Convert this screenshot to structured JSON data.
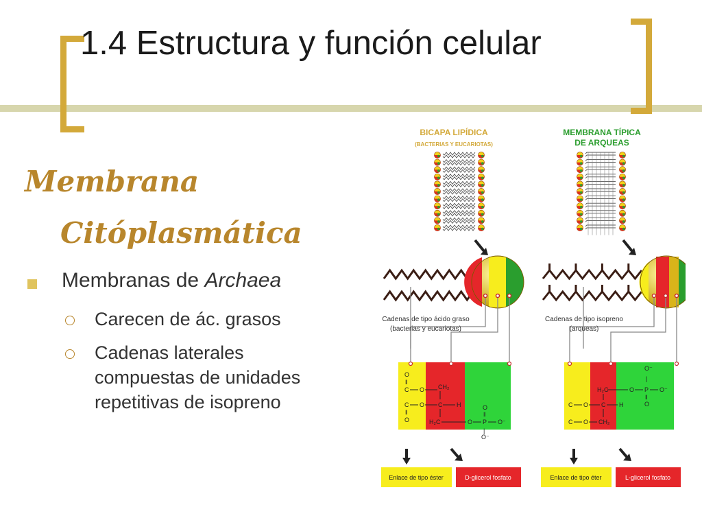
{
  "slide": {
    "title": "1.4 Estructura y función celular",
    "heading_line1": "Membrana",
    "heading_line2": "Citóplasmática",
    "bullet": {
      "text": "Membranas de ",
      "italic": "Archaea"
    },
    "sub_bullets": [
      {
        "text": "Carecen de ác. grasos"
      },
      {
        "text": "Cadenas laterales compuestas de unidades repetitivas de isopreno"
      }
    ]
  },
  "figure": {
    "left_header_1": "BICAPA LIPÍDICA",
    "left_header_2": "(BACTERIAS Y EUCARIOTAS)",
    "right_header_1": "MEMBRANA TÍPICA",
    "right_header_2": "DE ARQUEAS",
    "left_caption_1": "Cadenas de tipo ácido graso",
    "left_caption_2": "(bacterias y eucariotas)",
    "right_caption_1": "Cadenas de tipo isopreno",
    "right_caption_2": "(arqueas)",
    "left_label_yellow": "Enlace de tipo éster",
    "left_label_red": "D-glicerol fosfato",
    "right_label_yellow": "Enlace de tipo éter",
    "right_label_red": "L-glicerol fosfato",
    "chem": {
      "o": "O",
      "c": "C",
      "h": "H",
      "p": "P",
      "ch2": "CH₂",
      "h2c": "H₂C",
      "om": "O⁻",
      "dbl": "‖",
      "sgl": "|"
    },
    "colors": {
      "yellow": "#f7ed1d",
      "red": "#e5262a",
      "green": "#2fd43a",
      "gold": "#d3a93a"
    }
  }
}
